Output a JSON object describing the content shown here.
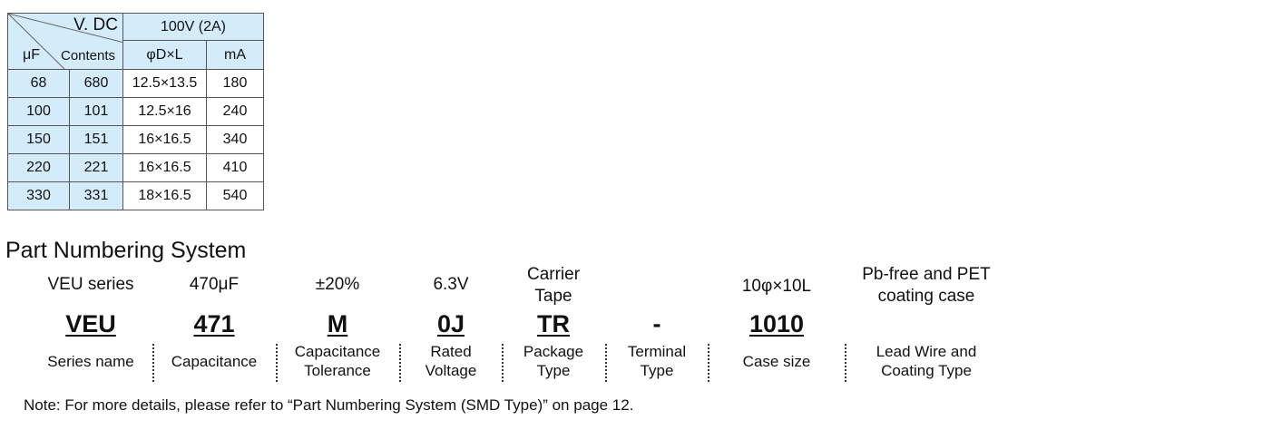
{
  "table": {
    "corner_top": "V. DC",
    "corner_left": "μF",
    "corner_right": "Contents",
    "voltage_header": "100V (2A)",
    "sub_headers": [
      "φD×L",
      "mA"
    ],
    "rows": [
      {
        "uf": "68",
        "contents": "680",
        "size": "12.5×13.5",
        "ma": "180"
      },
      {
        "uf": "100",
        "contents": "101",
        "size": "12.5×16",
        "ma": "240"
      },
      {
        "uf": "150",
        "contents": "151",
        "size": "16×16.5",
        "ma": "340"
      },
      {
        "uf": "220",
        "contents": "221",
        "size": "16×16.5",
        "ma": "410"
      },
      {
        "uf": "330",
        "contents": "331",
        "size": "18×16.5",
        "ma": "540"
      }
    ]
  },
  "pns": {
    "title": "Part Numbering System",
    "segments": [
      {
        "example": [
          "VEU series"
        ],
        "code": "VEU",
        "label": [
          "Series name"
        ]
      },
      {
        "example": [
          "470μF"
        ],
        "code": "471",
        "label": [
          "Capacitance"
        ]
      },
      {
        "example": [
          "±20%"
        ],
        "code": "M",
        "label": [
          "Capacitance",
          "Tolerance"
        ]
      },
      {
        "example": [
          "6.3V"
        ],
        "code": "0J",
        "label": [
          "Rated",
          "Voltage"
        ]
      },
      {
        "example": [
          "Carrier",
          "Tape"
        ],
        "code": "TR",
        "label": [
          "Package",
          "Type"
        ]
      },
      {
        "example": [
          ""
        ],
        "code": "-",
        "label": [
          "Terminal",
          "Type"
        ]
      },
      {
        "example": [
          "10φ×10L"
        ],
        "code": "1010",
        "label": [
          "Case size"
        ]
      },
      {
        "example": [
          "Pb-free and PET",
          "coating case"
        ],
        "code": "",
        "label": [
          "Lead Wire and",
          "Coating Type"
        ]
      }
    ]
  },
  "note": "Note: For more details, please refer to “Part Numbering System (SMD Type)” on page 12."
}
